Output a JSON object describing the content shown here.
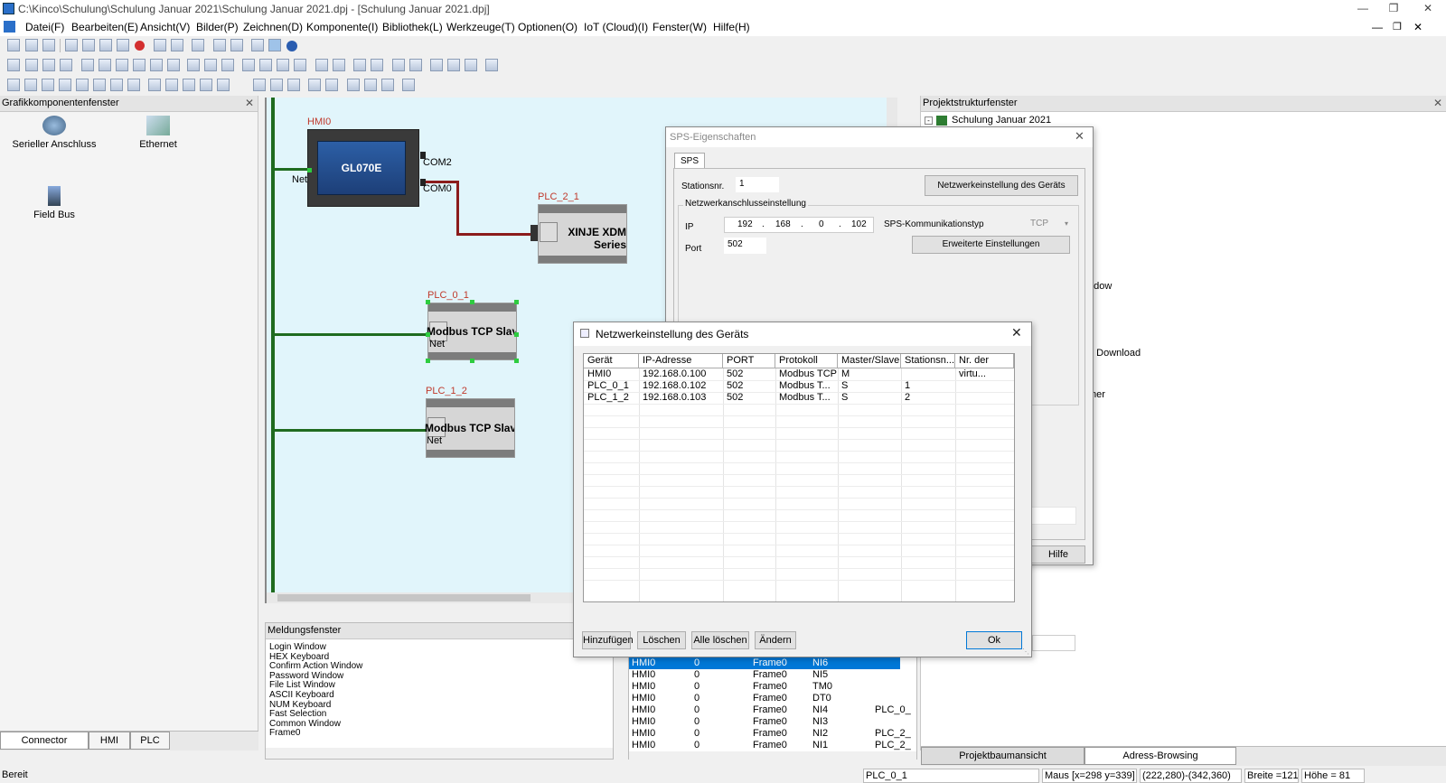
{
  "window": {
    "title": "C:\\Kinco\\Schulung\\Schulung Januar 2021\\Schulung Januar 2021.dpj - [Schulung Januar 2021.dpj]"
  },
  "menu": [
    "Datei(F)",
    "Bearbeiten(E)",
    "Ansicht(V)",
    "Bilder(P)",
    "Zeichnen(D)",
    "Komponente(I)",
    "Bibliothek(L)",
    "Werkzeuge(T)",
    "Optionen(O)",
    "IoT (Cloud)(I)",
    "Fenster(W)",
    "Hilfe(H)"
  ],
  "left_panel": {
    "title": "Grafikkomponentenfenster",
    "items": [
      "Serieller Anschluss",
      "Ethernet",
      "Field Bus"
    ],
    "tabs": [
      "Connector",
      "HMI",
      "PLC"
    ]
  },
  "canvas": {
    "hmi": {
      "label": "HMI0",
      "model": "GL070E",
      "port1": "COM2",
      "port2": "COM0",
      "net": "Net"
    },
    "plc2": {
      "label": "PLC_2_1",
      "name": "XINJE XDM Series"
    },
    "plc0": {
      "label": "PLC_0_1",
      "name": "Modbus TCP Slave",
      "net": "Net"
    },
    "plc1": {
      "label": "PLC_1_2",
      "name": "Modbus TCP Slave",
      "net": "Net"
    }
  },
  "message_panel": {
    "title": "Meldungsfenster",
    "lines": [
      "Login Window",
      "HEX Keyboard",
      "Confirm Action Window",
      "Password Window",
      "File List Window",
      "ASCII Keyboard",
      "NUM Keyboard",
      "Fast Selection",
      "Common Window",
      "Frame0"
    ]
  },
  "address_table": {
    "rows": [
      [
        "HMI0",
        "0",
        "Frame0",
        "NI6",
        ""
      ],
      [
        "HMI0",
        "0",
        "Frame0",
        "NI5",
        ""
      ],
      [
        "HMI0",
        "0",
        "Frame0",
        "TM0",
        ""
      ],
      [
        "HMI0",
        "0",
        "Frame0",
        "DT0",
        ""
      ],
      [
        "HMI0",
        "0",
        "Frame0",
        "NI4",
        "PLC_0_"
      ],
      [
        "HMI0",
        "0",
        "Frame0",
        "NI3",
        ""
      ],
      [
        "HMI0",
        "0",
        "Frame0",
        "NI2",
        "PLC_2_"
      ],
      [
        "HMI0",
        "0",
        "Frame0",
        "NI1",
        "PLC_2_"
      ]
    ]
  },
  "right_panel": {
    "title": "Projektstrukturfenster",
    "tree_root": "Schulung Januar 2021",
    "partial": [
      "ndow",
      "e Download",
      "mer"
    ],
    "tabs": [
      "Projektbaumansicht",
      "Adress-Browsing"
    ]
  },
  "sps_dialog": {
    "title": "SPS-Eigenschaften",
    "tab": "SPS",
    "station_label": "Stationsnr.",
    "station_value": "1",
    "netz_button": "Netzwerkeinstellung des Geräts",
    "group_label": "Netzwerkanschlusseinstellung",
    "ip_label": "IP",
    "ip": [
      "192",
      "168",
      "0",
      "102"
    ],
    "port_label": "Port",
    "port_value": "502",
    "komm_label": "SPS-Kommunikationstyp",
    "komm_value": "TCP",
    "erweitert_button": "Erweiterte Einstellungen",
    "help_button": "Hilfe"
  },
  "netz_dialog": {
    "title": "Netzwerkeinstellung des Geräts",
    "columns": [
      "Gerät",
      "IP-Adresse",
      "PORT",
      "Protokoll",
      "Master/Slave",
      "Stationsn...",
      "Nr. der virtu..."
    ],
    "rows": [
      [
        "HMI0",
        "192.168.0.100",
        "502",
        "Modbus TCP",
        "M",
        "",
        ""
      ],
      [
        "PLC_0_1",
        "192.168.0.102",
        "502",
        "Modbus T...",
        "S",
        "1",
        ""
      ],
      [
        "PLC_1_2",
        "192.168.0.103",
        "502",
        "Modbus T...",
        "S",
        "2",
        ""
      ]
    ],
    "buttons": {
      "add": "Hinzufügen",
      "delete": "Löschen",
      "delete_all": "Alle löschen",
      "change": "Ändern",
      "ok": "Ok"
    }
  },
  "status": {
    "ready": "Bereit",
    "device": "PLC_0_1",
    "mouse": "Maus [x=298  y=339]",
    "rect": "(222,280)-(342,360)",
    "width": "Breite =121",
    "height": "Höhe = 81"
  }
}
